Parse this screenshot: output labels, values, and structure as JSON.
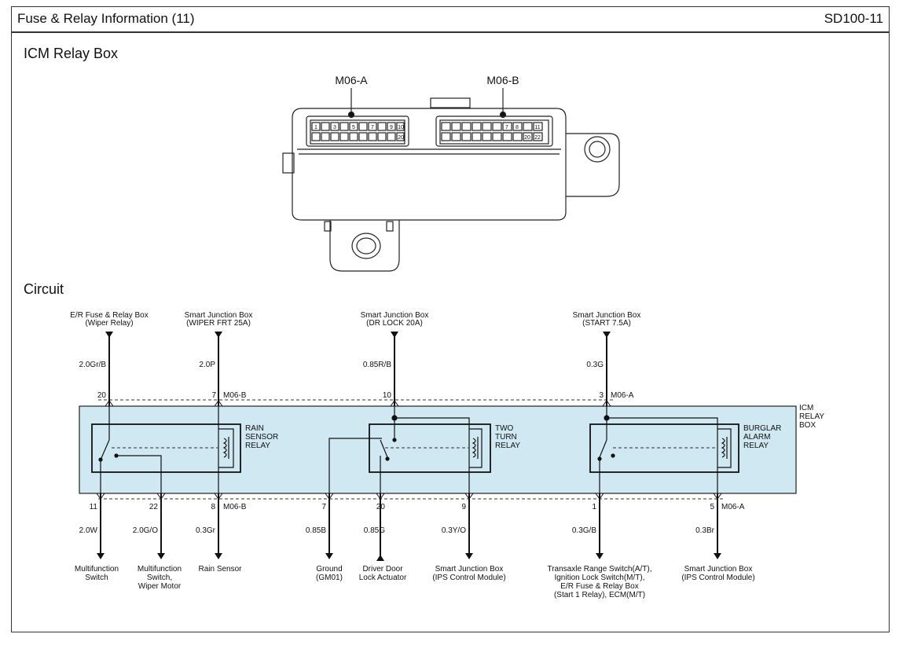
{
  "header": {
    "title": "Fuse & Relay Information (11)",
    "code": "SD100-11"
  },
  "sections": {
    "relay_box": "ICM Relay Box",
    "circuit": "Circuit"
  },
  "connectors": {
    "a": "M06-A",
    "b": "M06-B"
  },
  "relay_box_pins": {
    "a_row1": [
      "1",
      "",
      "3",
      "",
      "5",
      "",
      "7",
      "",
      "9",
      "10"
    ],
    "a_row2_last": "20",
    "b_row1": [
      "",
      "",
      "",
      "",
      "",
      "",
      "7",
      "8",
      "",
      "11"
    ],
    "b_row2_last": [
      "20",
      "22"
    ]
  },
  "module_label": [
    "ICM",
    "RELAY",
    "BOX"
  ],
  "relays": {
    "rain": [
      "RAIN",
      "SENSOR",
      "RELAY"
    ],
    "turn": [
      "TWO",
      "TURN",
      "RELAY"
    ],
    "burglar": [
      "BURGLAR",
      "ALARM",
      "RELAY"
    ]
  },
  "top_sources": [
    {
      "lines": [
        "E/R Fuse & Relay Box",
        "(Wiper Relay)"
      ],
      "wire": "2.0Gr/B",
      "pin": "20",
      "conn": ""
    },
    {
      "lines": [
        "Smart Junction Box",
        "(WIPER FRT 25A)"
      ],
      "wire": "2.0P",
      "pin": "7",
      "conn": "M06-B"
    },
    {
      "lines": [
        "Smart Junction Box",
        "(DR LOCK 20A)"
      ],
      "wire": "0.85R/B",
      "pin": "10",
      "conn": ""
    },
    {
      "lines": [
        "Smart Junction Box",
        "(START 7.5A)"
      ],
      "wire": "0.3G",
      "pin": "3",
      "conn": "M06-A"
    }
  ],
  "bottom_outputs": [
    {
      "pin": "11",
      "conn": "",
      "wire": "2.0W",
      "lines": [
        "Multifunction",
        "Switch"
      ]
    },
    {
      "pin": "22",
      "conn": "",
      "wire": "2.0G/O",
      "lines": [
        "Multifunction",
        "Switch,",
        "Wiper Motor"
      ]
    },
    {
      "pin": "8",
      "conn": "M06-B",
      "wire": "0.3Gr",
      "lines": [
        "Rain Sensor"
      ]
    },
    {
      "pin": "7",
      "conn": "",
      "wire": "0.85B",
      "lines": [
        "Ground",
        "(GM01)"
      ]
    },
    {
      "pin": "20",
      "conn": "",
      "wire": "0.85G",
      "lines": [
        "Driver Door",
        "Lock Actuator"
      ]
    },
    {
      "pin": "9",
      "conn": "",
      "wire": "0.3Y/O",
      "lines": [
        "Smart Junction Box",
        "(IPS Control Module)"
      ]
    },
    {
      "pin": "1",
      "conn": "",
      "wire": "0.3G/B",
      "lines": [
        "Transaxle Range Switch(A/T),",
        "Ignition Lock Switch(M/T),",
        "E/R Fuse & Relay Box",
        "(Start 1 Relay), ECM(M/T)"
      ]
    },
    {
      "pin": "5",
      "conn": "M06-A",
      "wire": "0.3Br",
      "lines": [
        "Smart Junction Box",
        "(IPS Control Module)"
      ]
    }
  ],
  "colors": {
    "module_fill": "#cfe8f1",
    "line": "#111111"
  }
}
